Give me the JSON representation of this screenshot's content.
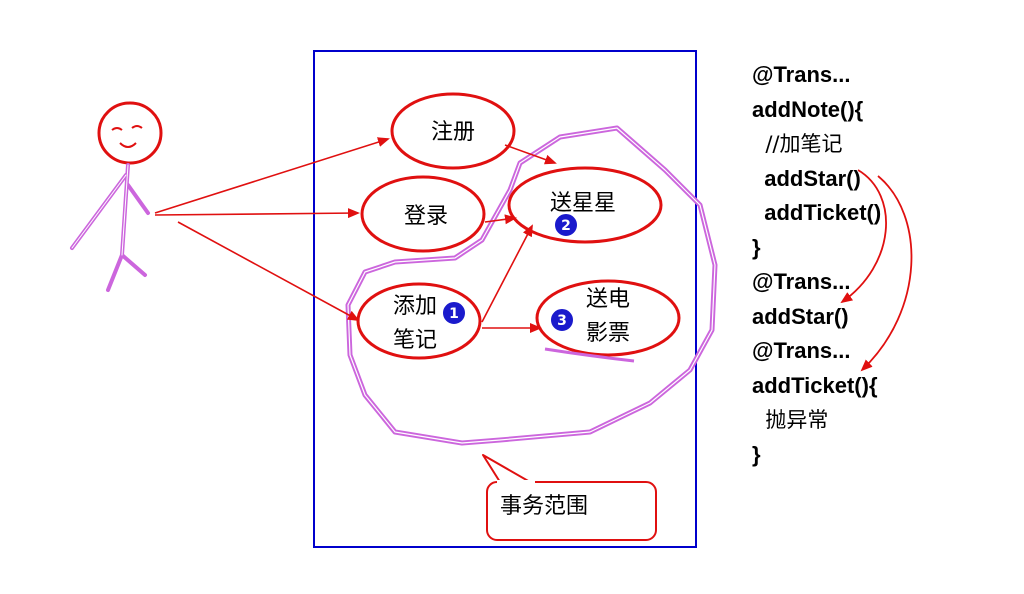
{
  "diagram": {
    "use_cases": {
      "register": "注册",
      "login": "登录",
      "add_note_line1": "添加",
      "add_note_line2": "笔记",
      "send_star": "送星星",
      "send_ticket_line1": "送电",
      "send_ticket_line2": "影票"
    },
    "badges": {
      "one": "1",
      "two": "2",
      "three": "3"
    },
    "callout": "事务范围",
    "colors": {
      "boundary": "#0000cc",
      "ellipse": "#e01010",
      "arrow": "#e01010",
      "scope": "#cc66dd",
      "actor_body": "#cc66dd",
      "badge": "#1a1acc"
    }
  },
  "code": {
    "lines": [
      "@Trans...",
      "addNote(){",
      "  //加笔记",
      "  addStar()",
      "  addTicket()",
      "}",
      "@Trans...",
      "addStar()",
      "@Trans...",
      "addTicket(){",
      "  抛异常",
      "}"
    ]
  }
}
